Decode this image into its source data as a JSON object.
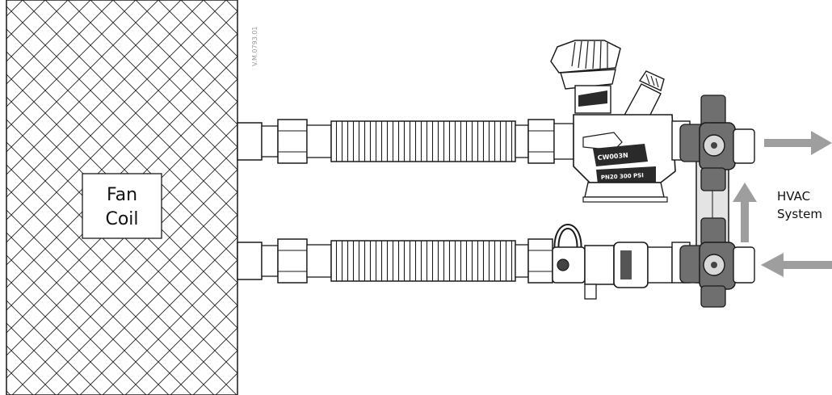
{
  "diagram": {
    "drawing_code": "V.M.0793.01",
    "fan_coil": {
      "line1": "Fan",
      "line2": "Coil"
    },
    "system": {
      "line1": "HVAC",
      "line2": "System"
    },
    "valve_markings": {
      "model": "CW003N",
      "pressure": "PN20 300 PSI"
    },
    "colors": {
      "line": "#1a1a1a",
      "hatch": "#222222",
      "arrow": "#9e9e9e",
      "valve_body": "#6f6f6f",
      "valve_light": "#d9d9d9"
    }
  }
}
